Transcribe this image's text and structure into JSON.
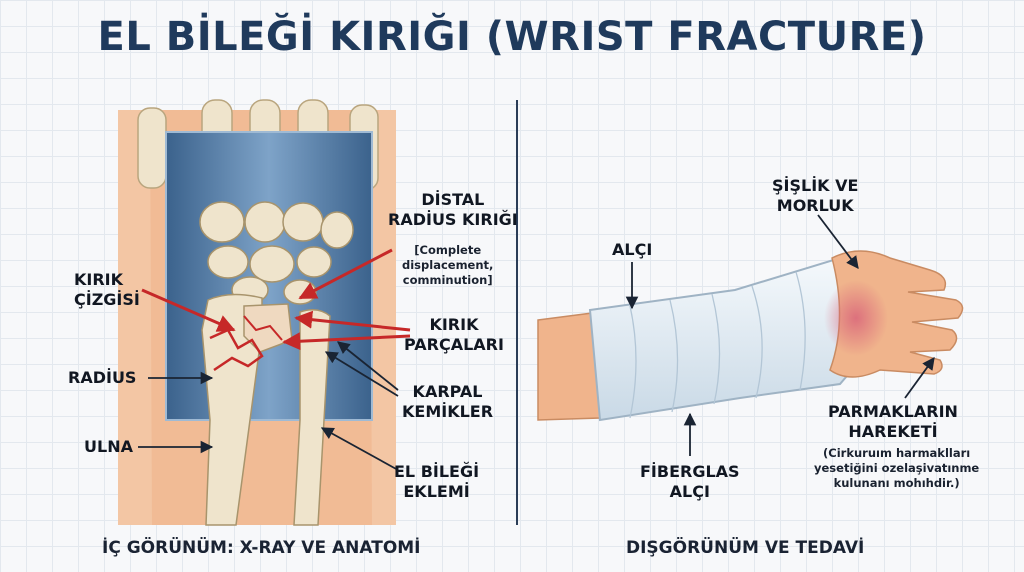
{
  "title": "EL BİLEĞİ KIRIĞI (WRIST FRACTURE)",
  "left_panel": {
    "caption": "İÇ GÖRÜNÜM: X-RAY VE ANATOMİ",
    "labels": {
      "distal_radius": [
        "DİSTAL",
        "RADİUS KIRIĞI"
      ],
      "distal_note": [
        "[Complete",
        "displacement,",
        "comminution]"
      ],
      "fracture_line": [
        "KIRIK",
        "ÇİZGİSİ"
      ],
      "fragments": [
        "KIRIK",
        "PARÇALARI"
      ],
      "radius": "RADİUS",
      "carpal": [
        "KARPAL",
        "KEMİKLER"
      ],
      "ulna": "ULNA",
      "wrist_joint": [
        "EL BİLEĞİ",
        "EKLEMİ"
      ]
    }
  },
  "right_panel": {
    "caption": "DIŞGÖRÜNÜM VE TEDAVİ",
    "labels": {
      "cast": "ALÇI",
      "swelling": [
        "ŞİŞLİK VE",
        "MORLUK"
      ],
      "finger_movement": [
        "PARMAKLARIN",
        "HAREKETİ"
      ],
      "finger_note": [
        "(Cirkuruım harmaklları",
        "yesetiğini ozelaşivatınme",
        "kulunanı mohıhdir.)"
      ],
      "fiberglass": [
        "FİBERGLAS",
        "ALÇI"
      ]
    }
  },
  "colors": {
    "title": "#1f3a5c",
    "xray_panel": "#4f7aa6",
    "bone": "#efe4cc",
    "fracture_red": "#c62828",
    "skin": "#f0b48c",
    "cast": "#e9f0f6",
    "bruise": "#d9657a"
  }
}
